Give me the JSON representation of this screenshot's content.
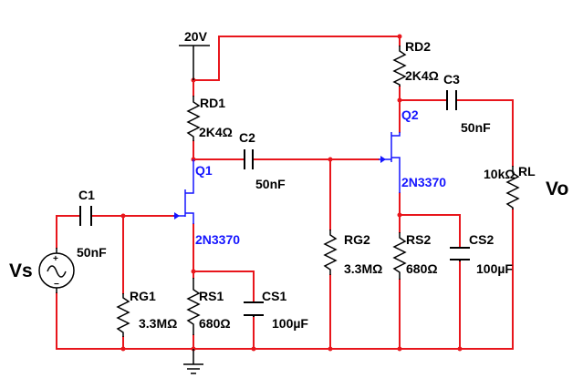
{
  "supply": {
    "label": "20V"
  },
  "source": {
    "label": "Vs"
  },
  "output": {
    "label": "Vo"
  },
  "components": {
    "C1": {
      "name": "C1",
      "value": "50nF"
    },
    "C2": {
      "name": "C2",
      "value": "50nF"
    },
    "C3": {
      "name": "C3",
      "value": "50nF"
    },
    "CS1": {
      "name": "CS1",
      "value": "100µF"
    },
    "CS2": {
      "name": "CS2",
      "value": "100µF"
    },
    "RD1": {
      "name": "RD1",
      "value": "2K4Ω"
    },
    "RD2": {
      "name": "RD2",
      "value": "2K4Ω"
    },
    "RG1": {
      "name": "RG1",
      "value": "3.3MΩ"
    },
    "RG2": {
      "name": "RG2",
      "value": "3.3MΩ"
    },
    "RS1": {
      "name": "RS1",
      "value": "680Ω"
    },
    "RS2": {
      "name": "RS2",
      "value": "680Ω"
    },
    "RL": {
      "name": "RL",
      "value": "10kΩ"
    },
    "Q1": {
      "name": "Q1",
      "model": "2N3370"
    },
    "Q2": {
      "name": "Q2",
      "model": "2N3370"
    }
  },
  "colors": {
    "wire": "#e8161c",
    "component": "#000000",
    "transistor": "#1515ff",
    "node": "#e8161c"
  }
}
